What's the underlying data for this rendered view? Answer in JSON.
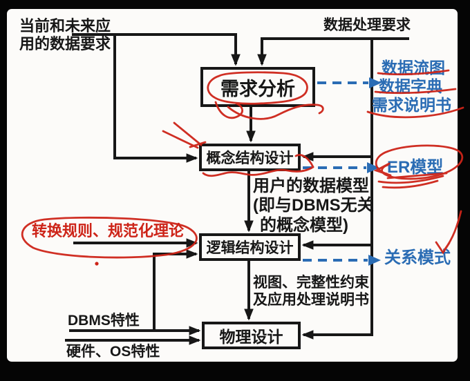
{
  "colors": {
    "frame": "#050505",
    "canvas": "#fcfbf9",
    "line_black": "#171717",
    "artifact_blue": "#2a6cb4",
    "annotation_red": "#cd2418"
  },
  "sources": {
    "top_left_line1": "当前和未来应",
    "top_left_line2": "用的数据要求",
    "top_right": "数据处理要求",
    "rules": "转换规则、规范化理论",
    "dbms": "DBMS特性",
    "hardware": "硬件、OS特性"
  },
  "stages": {
    "requirements": "需求分析",
    "conceptual": "概念结构设计",
    "logical": "逻辑结构设计",
    "physical": "物理设计"
  },
  "artifacts": {
    "dataflow": "数据流图",
    "dictionary": "数据字典",
    "spec": "需求说明书",
    "er": "ER模型",
    "relational": "关系模式"
  },
  "notes": {
    "model_line1": "用户的数据模型",
    "model_line2": "(即与DBMS无关",
    "model_line3": "的概念模型)",
    "views_line1": "视图、完整性约束",
    "views_line2": "及应用处理说明书"
  }
}
